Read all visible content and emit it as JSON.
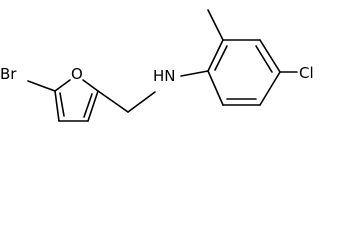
{
  "molecule": {
    "atoms": {
      "br": "Br",
      "o": "O",
      "nh": "HN",
      "cl": "Cl"
    },
    "colors": {
      "bond": "#000000",
      "text": "#000000",
      "background": "#ffffff"
    }
  }
}
